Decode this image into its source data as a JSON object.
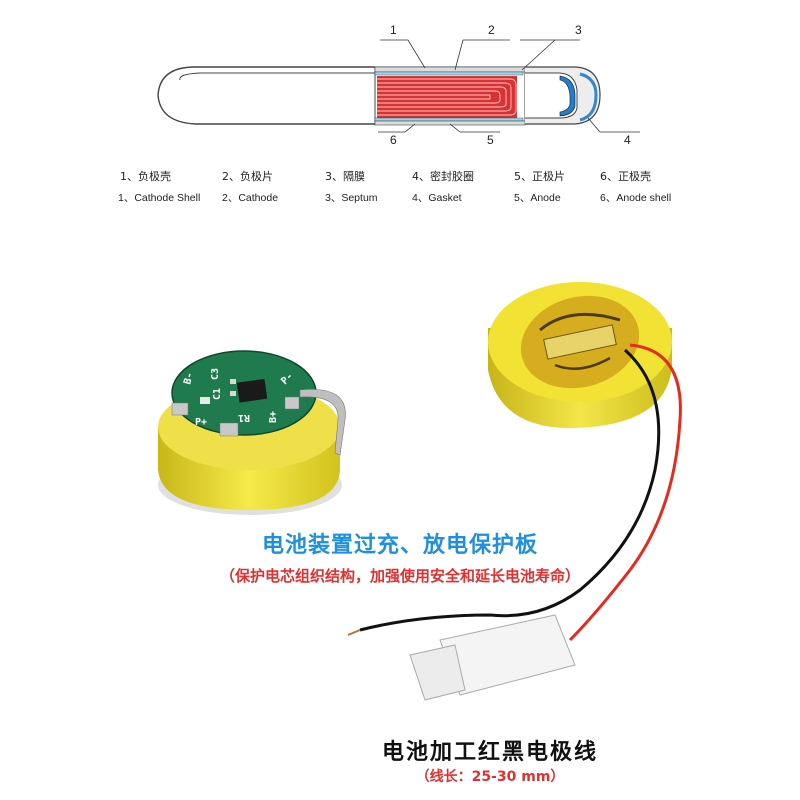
{
  "diagram": {
    "callouts": [
      "1",
      "2",
      "3",
      "4",
      "5",
      "6"
    ],
    "legend_zh": [
      "1、负极壳",
      "2、负极片",
      "3、隔膜",
      "4、密封胶圈",
      "5、正极片",
      "6、正极壳"
    ],
    "legend_en": [
      "1、Cathode Shell",
      "2、Cathode",
      "3、Septum",
      "4、Gasket",
      "5、Anode",
      "6、Anode shell"
    ]
  },
  "pcb": {
    "silkscreen": [
      "B-",
      "C3",
      "C1",
      "R1",
      "B+",
      "P+",
      "P-"
    ]
  },
  "captions": {
    "protection_title": "电池装置过充、放电保护板",
    "protection_subtitle": "（保护电芯组织结构，加强使用安全和延长电池寿命）",
    "wire_title": "电池加工红黑电极线",
    "wire_subtitle": "（线长：25-30 mm）"
  },
  "colors": {
    "blue_caption": "#1f8fe0",
    "red_caption": "#e23030",
    "battery_yellow": "#f1e233",
    "pcb_green": "#1f7a4d"
  }
}
